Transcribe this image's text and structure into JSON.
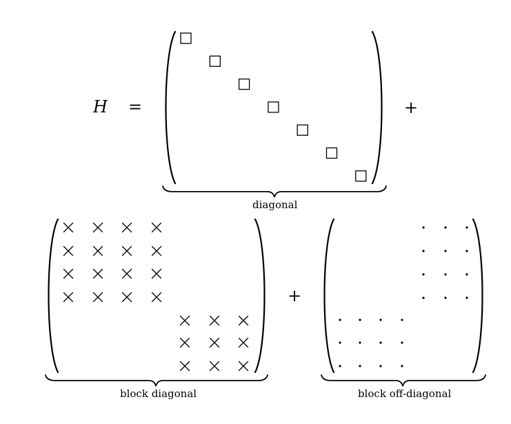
{
  "equation": {
    "lhs_symbol": "H",
    "equals_sign": "=",
    "plus_sign": "+"
  },
  "matrices": {
    "diagonal": {
      "label": "diagonal",
      "entry_glyph": "square",
      "size": 7
    },
    "block_diagonal": {
      "label": "block diagonal",
      "entry_glyph": "×",
      "blocks": [
        {
          "rows": [
            0,
            3
          ],
          "cols": [
            0,
            3
          ]
        },
        {
          "rows": [
            4,
            6
          ],
          "cols": [
            4,
            6
          ]
        }
      ],
      "size": 7
    },
    "block_off_diagonal": {
      "label": "block off-diagonal",
      "entry_glyph": "·",
      "blocks": [
        {
          "rows": [
            0,
            3
          ],
          "cols": [
            4,
            6
          ]
        },
        {
          "rows": [
            4,
            6
          ],
          "cols": [
            0,
            3
          ]
        }
      ],
      "size": 7
    }
  },
  "colors": {
    "ink": "#000000",
    "background": "#ffffff"
  }
}
